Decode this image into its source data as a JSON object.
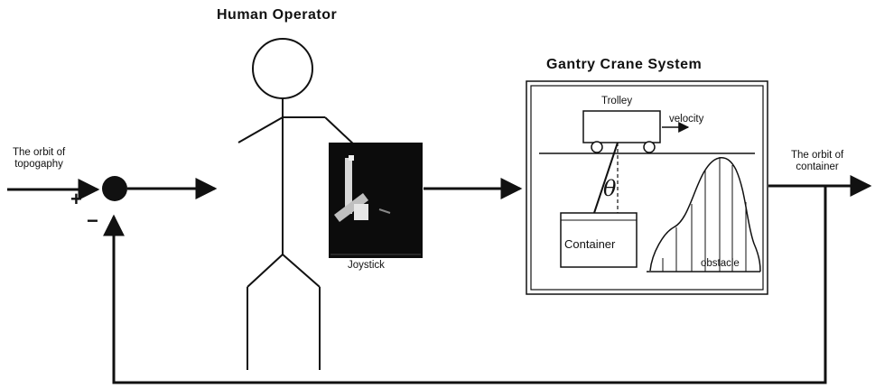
{
  "titles": {
    "human_operator": "Human Operator",
    "gantry_crane_system": "Gantry Crane System"
  },
  "input": {
    "label_line1": "The orbit of",
    "label_line2": "topogaphy"
  },
  "output": {
    "label_line1": "The orbit of",
    "label_line2": "container"
  },
  "summing_junction": {
    "plus": "+",
    "minus": "−"
  },
  "joystick": {
    "label": "Joystick"
  },
  "crane": {
    "trolley_label": "Trolley",
    "velocity_label": "velocity",
    "angle_symbol": "θ",
    "container_label": "Container",
    "obstacle_label": "obstacle"
  }
}
